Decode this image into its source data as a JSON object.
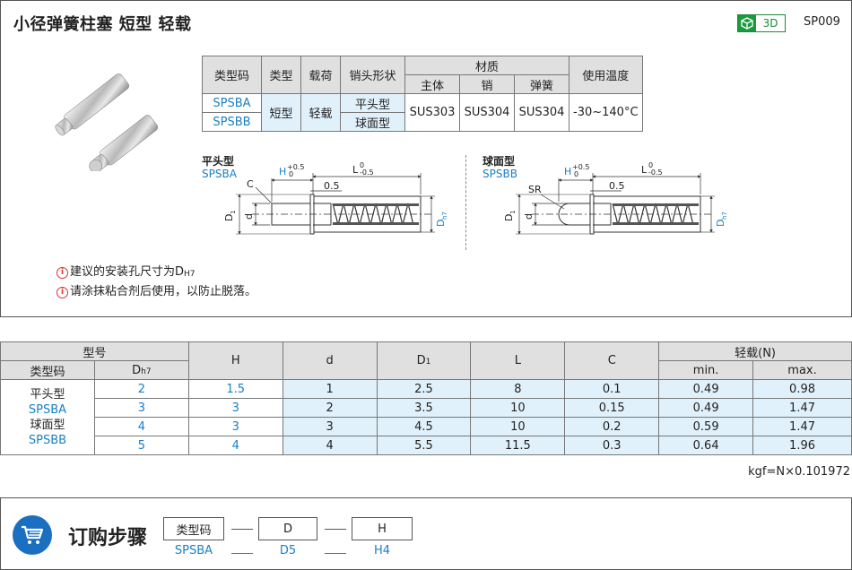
{
  "header": {
    "title": "小径弹簧柱塞 短型 轻载",
    "badge_3d": "3D",
    "code": "SP009"
  },
  "spec": {
    "headers": {
      "type_code": "类型码",
      "type": "类型",
      "load": "载荷",
      "pin_shape": "销头形状",
      "material": "材质",
      "main": "主体",
      "pin": "销",
      "spring": "弹簧",
      "temp": "使用温度"
    },
    "row1": {
      "code": "SPSBA",
      "shape": "平头型"
    },
    "row2": {
      "code": "SPSBB",
      "shape": "球面型"
    },
    "shared": {
      "type": "短型",
      "load": "轻载",
      "main": "SUS303",
      "pin": "SUS304",
      "spring": "SUS304",
      "temp": "-30~140°C"
    }
  },
  "diagram": {
    "flat": {
      "name": "平头型",
      "code": "SPSBA",
      "c": "C",
      "h": "H",
      "h_tol_up": "+0.5",
      "h_tol_dn": "0",
      "l": "L",
      "l_tol_up": "0",
      "l_tol_dn": "-0.5",
      "step": "0.5",
      "d1": "D",
      "d1_sub": "1",
      "d": "d",
      "dh": "D",
      "dh_sub": "h7"
    },
    "ball": {
      "name": "球面型",
      "code": "SPSBB",
      "sr": "SR",
      "h": "H",
      "h_tol_up": "+0.5",
      "h_tol_dn": "0",
      "l": "L",
      "l_tol_up": "0",
      "l_tol_dn": "-0.5",
      "step": "0.5",
      "d1": "D",
      "d1_sub": "1",
      "d": "d",
      "dh": "D",
      "dh_sub": "h7"
    }
  },
  "notes": [
    {
      "pre": "建议的安装孔尺寸为D",
      "sub": "H7"
    },
    {
      "pre": "请涂抹粘合剂后使用，以防止脱落。",
      "sub": ""
    }
  ],
  "dims": {
    "headers": {
      "model": "型号",
      "type_code": "类型码",
      "dh7": "D",
      "dh7_sub": "h7",
      "h": "H",
      "d": "d",
      "d1": "D",
      "d1_sub": "1",
      "l": "L",
      "c": "C",
      "light_load": "轻载(N)",
      "min": "min.",
      "max": "max."
    },
    "type_cell": {
      "flat": "平头型",
      "flat_code": "SPSBA",
      "ball": "球面型",
      "ball_code": "SPSBB"
    },
    "rows": [
      {
        "dh7": "2",
        "h": "1.5",
        "d": "1",
        "d1": "2.5",
        "l": "8",
        "c": "0.1",
        "min": "0.49",
        "max": "0.98"
      },
      {
        "dh7": "3",
        "h": "3",
        "d": "2",
        "d1": "3.5",
        "l": "10",
        "c": "0.15",
        "min": "0.49",
        "max": "1.47"
      },
      {
        "dh7": "4",
        "h": "3",
        "d": "3",
        "d1": "4.5",
        "l": "10",
        "c": "0.2",
        "min": "0.59",
        "max": "1.47"
      },
      {
        "dh7": "5",
        "h": "4",
        "d": "4",
        "d1": "5.5",
        "l": "11.5",
        "c": "0.3",
        "min": "0.64",
        "max": "1.96"
      }
    ]
  },
  "conversion": "kgf=N×0.101972",
  "order": {
    "title": "订购步骤",
    "boxes": [
      "类型码",
      "D",
      "H"
    ],
    "values": [
      "SPSBA",
      "D5",
      "H4"
    ]
  }
}
